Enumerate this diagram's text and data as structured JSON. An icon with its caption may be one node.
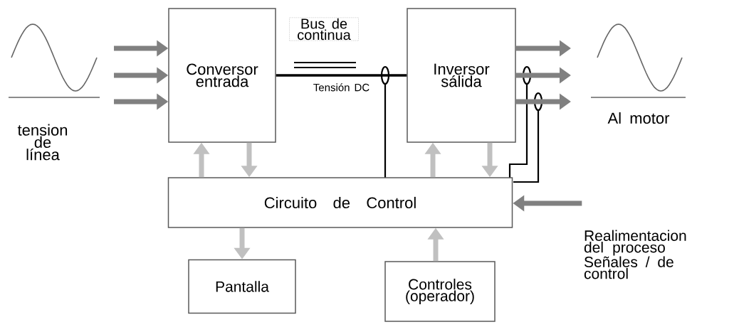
{
  "diagram": {
    "nodes": [
      {
        "text": [
          "Conversor entrada"
        ]
      },
      {
        "text": [
          "Inversor sálida"
        ]
      },
      {
        "text": [
          "Circuito de Control"
        ]
      },
      {
        "text": [
          "Pantalla"
        ]
      },
      {
        "text": [
          "Controles (operador)"
        ]
      },
      {
        "text": [
          "Realimentacion del proceso Señales / de control"
        ]
      }
    ],
    "edges": [
      {
        "from": null,
        "to": 0,
        "arrow": "to"
      },
      {
        "from": null,
        "to": 0,
        "arrow": "to"
      },
      {
        "from": null,
        "to": 0,
        "arrow": "to"
      },
      {
        "from": 0,
        "to": 1,
        "arrow": "none",
        "label": "Tensión DC",
        "color": "#000000"
      },
      {
        "from": 1,
        "to": null,
        "arrow": "to"
      },
      {
        "from": 1,
        "to": null,
        "arrow": "to"
      },
      {
        "from": 1,
        "to": null,
        "arrow": "to"
      },
      {
        "from": 2,
        "to": 0,
        "arrow": "to",
        "color": "#c0c0c0"
      },
      {
        "from": 0,
        "to": 2,
        "arrow": "to",
        "color": "#c0c0c0"
      },
      {
        "from": 2,
        "to": 1,
        "arrow": "to",
        "color": "#c0c0c0"
      },
      {
        "from": 1,
        "to": 2,
        "arrow": "to",
        "color": "#c0c0c0"
      },
      {
        "from": 2,
        "to": 3,
        "arrow": "to",
        "color": "#c0c0c0"
      },
      {
        "from": 4,
        "to": 2,
        "arrow": "to",
        "color": "#c0c0c0"
      },
      {
        "from": 5,
        "to": 2,
        "arrow": "to"
      }
    ],
    "labels": [
      "Bus de continua",
      "tension de línea",
      "Al motor"
    ]
  }
}
